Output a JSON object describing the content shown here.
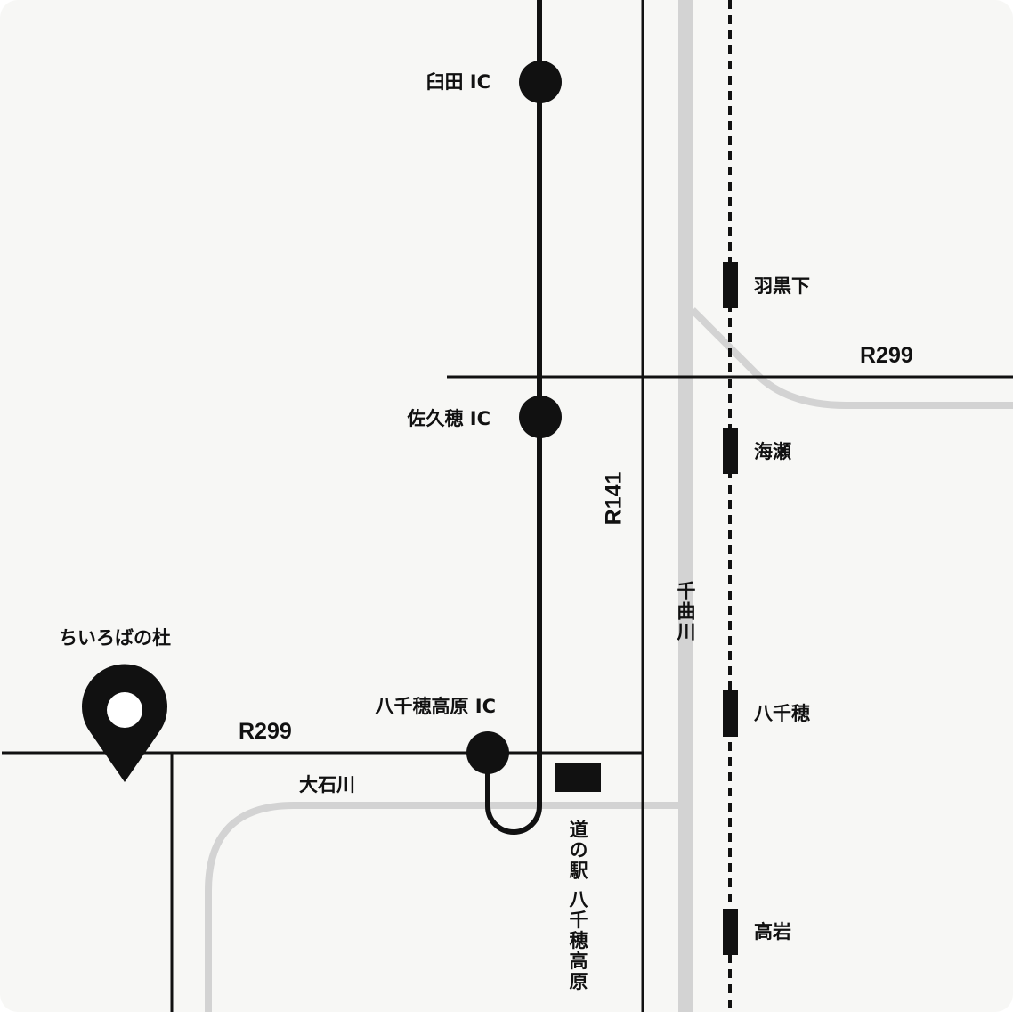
{
  "destination": {
    "name": "ちいろばの杜",
    "icon": "map-pin-icon"
  },
  "expressway_ics": [
    "臼田 IC",
    "佐久穂 IC",
    "八千穂高原 IC"
  ],
  "roads": {
    "r299_west": "R299",
    "r299_east": "R299",
    "r141": "R141"
  },
  "rivers": {
    "chikuma": "千曲川",
    "oishi": "大石川"
  },
  "stations": [
    "羽黒下",
    "海瀬",
    "八千穂",
    "高岩"
  ],
  "roadside_station": "道の駅 八千穂高原",
  "colors": {
    "background": "#f7f7f5",
    "road": "#111111",
    "river": "#d3d3d3"
  }
}
